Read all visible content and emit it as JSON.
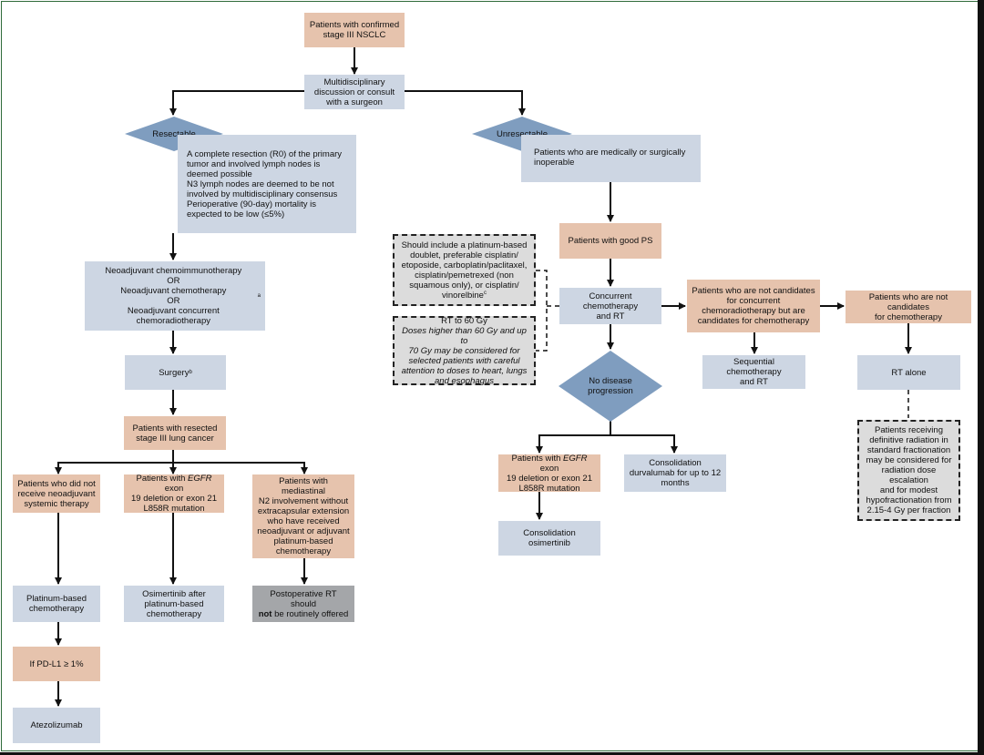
{
  "flowchart": {
    "start": "Patients with confirmed\nstage III NSCLC",
    "mdt": "Multidisciplinary\ndiscussion or consult\nwith a surgeon",
    "resectable": {
      "label": "Resectable",
      "criteria": "A complete resection (R0) of the primary\ntumor and involved lymph nodes is\ndeemed possible\nN3 lymph nodes are deemed to be not\ninvolved by multidisciplinary consensus\nPerioperative (90-day) mortality is\nexpected to be low (≤5%)",
      "neoadjuvant": "Neoadjuvant chemoimmunotherapy\nOR\nNeoadjuvant chemotherapy\nOR\nNeoadjuvant concurrent chemoradiotherapy",
      "neoadjuvant_sup": "a",
      "surgery": "Surgery",
      "surgery_sup": "b",
      "resected": "Patients with resected\nstage III lung cancer",
      "branch_no_neoadj": "Patients who did not\nreceive neoadjuvant\nsystemic therapy",
      "branch_egfr_pre": "Patients with ",
      "branch_egfr_italic": "EGFR",
      "branch_egfr_post": " exon\n19 deletion or exon 21\nL858R mutation",
      "branch_n2": "Patients with mediastinal\nN2 involvement without\nextracapsular extension\nwho have received\nneoadjuvant or adjuvant\nplatinum-based\nchemotherapy",
      "platinum": "Platinum-based\nchemotherapy",
      "pdl1": "If PD-L1 ≥ 1%",
      "atezolizumab": "Atezolizumab",
      "osimertinib_after": "Osimertinib after\nplatinum-based\nchemotherapy",
      "postop_rt_pre": "Postoperative RT should\n",
      "postop_rt_bold": "not",
      "postop_rt_post": " be routinely offered"
    },
    "unresectable": {
      "label": "Unresectable",
      "inoperable": "Patients who are medically or surgically\ninoperable",
      "good_ps": "Patients with good PS",
      "note_chemo_main": "Should include a platinum-based\ndoublet, preferable cisplatin/\netoposide, carboplatin/paclitaxel,\ncisplatin/pemetrexed (non\nsquamous only), or cisplatin/\nvinorelbine",
      "note_chemo_sup": "c",
      "note_rt_title": "RT to 60 Gy",
      "note_rt_italic": "Doses higher than 60 Gy and up to\n70 Gy may be considered for\nselected patients with careful\nattention to doses to heart, lungs\nand esophagus",
      "concurrent": "Concurrent chemotherapy\nand RT",
      "no_progression": "No disease\nprogression",
      "egfr_pre": "Patients with ",
      "egfr_italic": "EGFR",
      "egfr_post": " exon\n19 deletion or exon 21\nL858R mutation",
      "consolidation_durva": "Consolidation\ndurvalumab for up to 12\nmonths",
      "consolidation_osi": "Consolidation osimertinib",
      "not_candidates_concurrent": "Patients who are not candidates\nfor concurrent\nchemoradiotherapy but are\ncandidates for chemotherapy",
      "sequential": "Sequential chemotherapy\nand RT",
      "not_candidates_chemo": "Patients who are not candidates\nfor chemotherapy",
      "rt_alone": "RT alone",
      "note_hypofx": "Patients receiving\ndefinitive radiation in\nstandard fractionation\nmay be considered for\nradiation dose escalation\nand for modest\nhypofractionation from\n2.15-4 Gy per fraction"
    }
  },
  "colors": {
    "blue_box": "#cdd6e3",
    "tan_box": "#e6c3ad",
    "gray_box": "#a4a6a9",
    "diamond": "#7f9dbf",
    "note_box": "#dcdcdc",
    "frame": "#2f6b3a"
  }
}
